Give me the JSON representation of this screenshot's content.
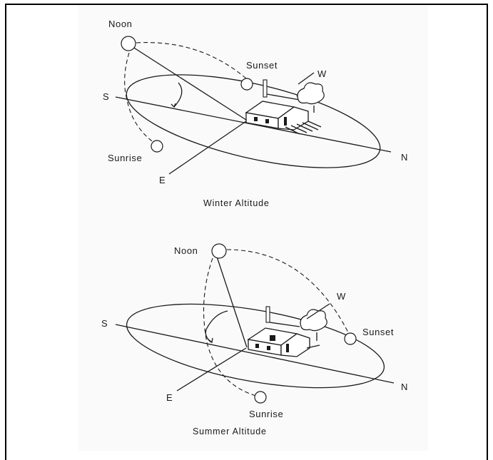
{
  "winter": {
    "caption": "Winter Altitude",
    "labels": {
      "noon": "Noon",
      "sunset": "Sunset",
      "west": "W",
      "south": "S",
      "north": "N",
      "east": "E",
      "sunrise": "Sunrise"
    }
  },
  "summer": {
    "caption": "Summer Altitude",
    "labels": {
      "noon": "Noon",
      "sunset": "Sunset",
      "west": "W",
      "south": "S",
      "north": "N",
      "east": "E",
      "sunrise": "Sunrise"
    }
  },
  "colors": {
    "ink": "#1a1a1a",
    "paper": "#fafafa",
    "frame": "#000000"
  }
}
